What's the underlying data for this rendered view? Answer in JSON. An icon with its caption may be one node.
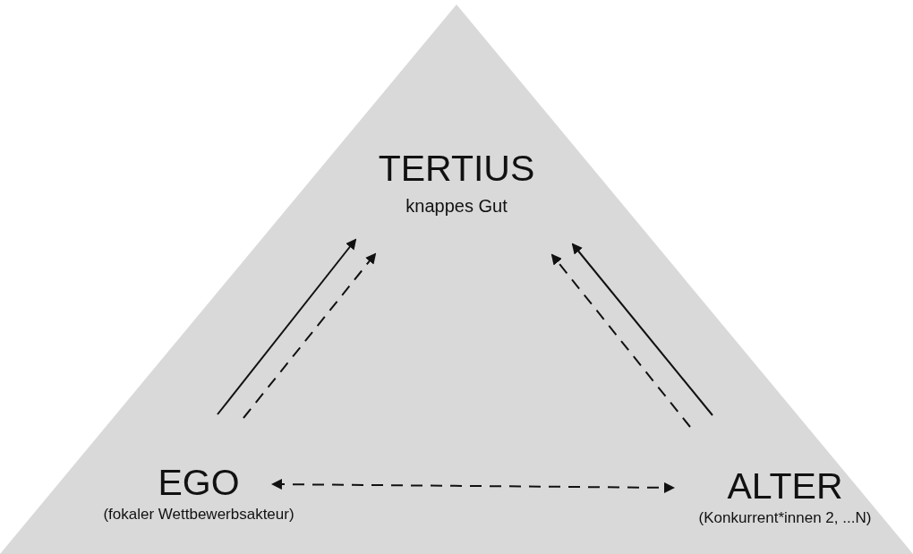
{
  "diagram": {
    "nodes": [
      {
        "text": [],
        "shape": "triangle"
      },
      {
        "text": [
          "TERTIUS",
          "knappes Gut"
        ],
        "in": 0
      },
      {
        "text": [
          "EGO",
          "(fokaler Wettbewerbsakteur)"
        ],
        "in": 0
      },
      {
        "text": [
          "ALTER",
          "(Konkurrent*innen 2, ...N)"
        ],
        "in": 0
      }
    ],
    "edges": [
      {
        "from": 2,
        "to": 1,
        "arrow": "to"
      },
      {
        "from": 2,
        "to": 1,
        "arrow": "to",
        "style": "dashed"
      },
      {
        "from": 3,
        "to": 1,
        "arrow": "to"
      },
      {
        "from": 3,
        "to": 1,
        "arrow": "to",
        "style": "dashed"
      },
      {
        "from": 2,
        "to": 3,
        "arrow": "both",
        "style": "dashed"
      }
    ]
  }
}
